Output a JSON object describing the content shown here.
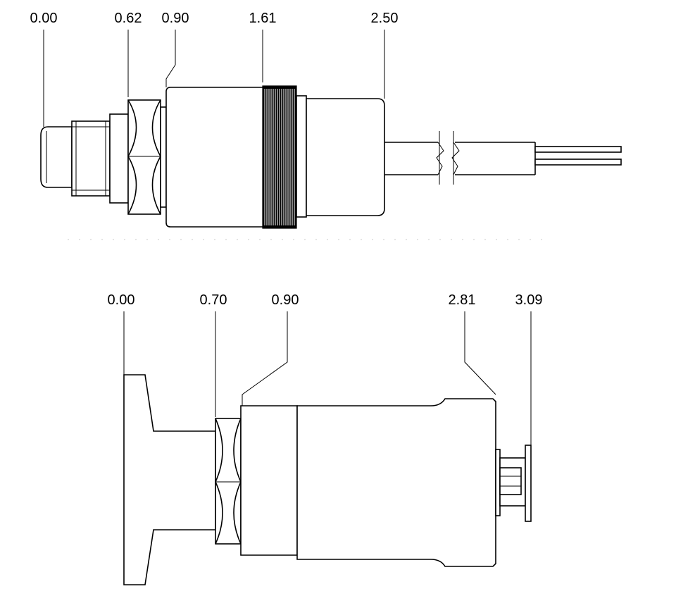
{
  "colors": {
    "line": "#000000",
    "background": "#ffffff"
  },
  "top_drawing": {
    "dimensions": [
      {
        "value": "0.00"
      },
      {
        "value": "0.62"
      },
      {
        "value": "0.90"
      },
      {
        "value": "1.61"
      },
      {
        "value": "2.50"
      }
    ]
  },
  "bottom_drawing": {
    "dimensions": [
      {
        "value": "0.00"
      },
      {
        "value": "0.70"
      },
      {
        "value": "0.90"
      },
      {
        "value": "2.81"
      },
      {
        "value": "3.09"
      }
    ]
  }
}
